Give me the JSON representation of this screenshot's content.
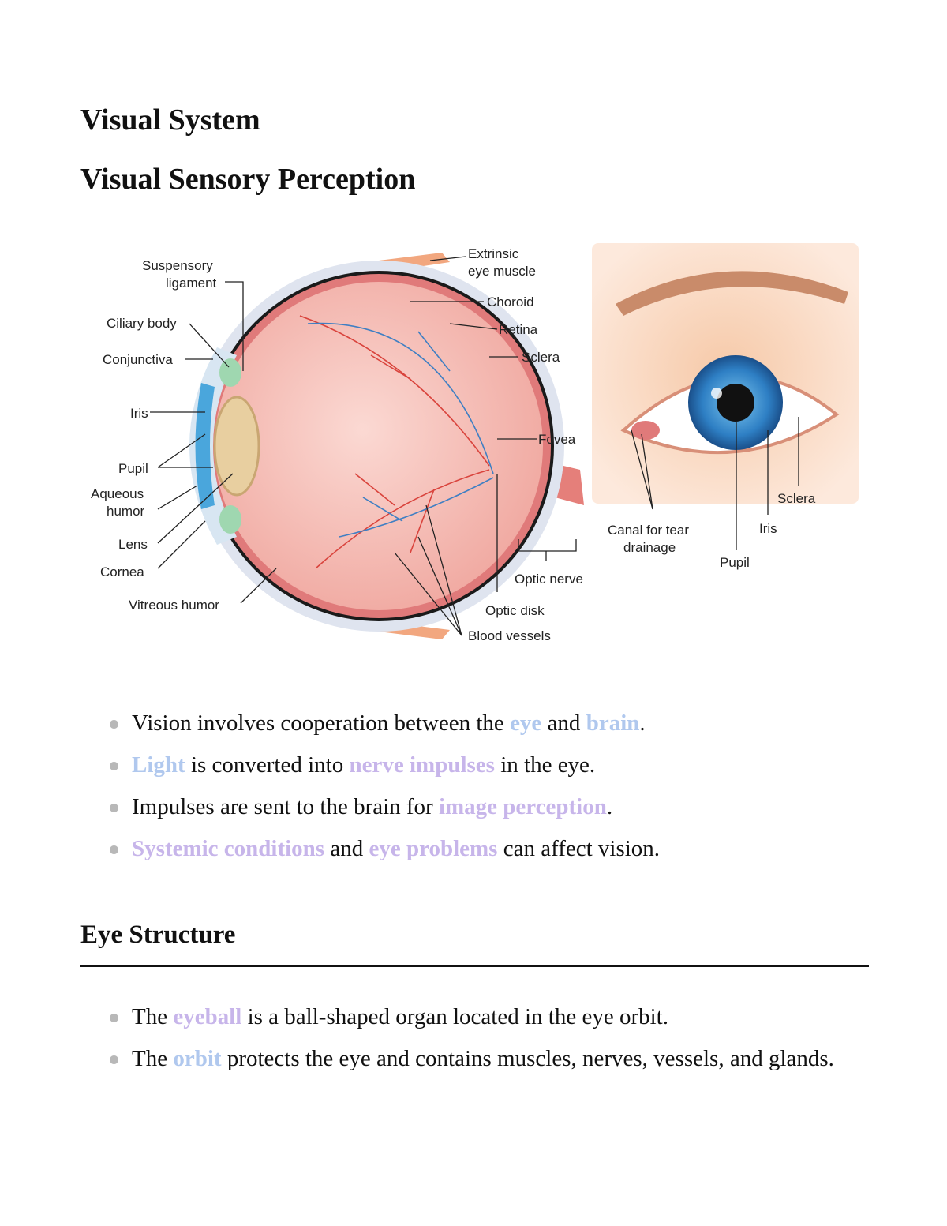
{
  "title": "Visual System",
  "subtitle": "Visual Sensory Perception",
  "figure": {
    "cross_section_labels": {
      "suspensory_ligament": [
        "Suspensory",
        "ligament"
      ],
      "ciliary_body": "Ciliary body",
      "conjunctiva": "Conjunctiva",
      "iris": "Iris",
      "pupil": "Pupil",
      "aqueous_humor": [
        "Aqueous",
        "humor"
      ],
      "lens": "Lens",
      "cornea": "Cornea",
      "vitreous_humor": "Vitreous humor",
      "extrinsic_eye_muscle": [
        "Extrinsic",
        "eye muscle"
      ],
      "choroid": "Choroid",
      "retina": "Retina",
      "sclera": "Sclera",
      "fovea": "Fovea",
      "optic_nerve": "Optic nerve",
      "optic_disk": "Optic disk",
      "blood_vessels": "Blood vessels"
    },
    "external_labels": {
      "canal_tear_drainage": [
        "Canal for tear",
        "drainage"
      ],
      "pupil": "Pupil",
      "iris": "Iris",
      "sclera": "Sclera"
    }
  },
  "list1": [
    [
      {
        "t": "Vision involves cooperation between the "
      },
      {
        "t": "eye",
        "h": 1
      },
      {
        "t": " and "
      },
      {
        "t": "brain",
        "h": 1
      },
      {
        "t": "."
      }
    ],
    [
      {
        "t": "Light",
        "h": 1
      },
      {
        "t": " is converted into "
      },
      {
        "t": "nerve impulses",
        "h": 2
      },
      {
        "t": " in the eye."
      }
    ],
    [
      {
        "t": "Impulses are sent to the brain for "
      },
      {
        "t": "image perception",
        "h": 2
      },
      {
        "t": "."
      }
    ],
    [
      {
        "t": "Systemic conditions",
        "h": 2
      },
      {
        "t": " and "
      },
      {
        "t": "eye problems",
        "h": 2
      },
      {
        "t": " can affect vision."
      }
    ]
  ],
  "section2_heading": "Eye Structure",
  "list2": [
    [
      {
        "t": "The "
      },
      {
        "t": "eyeball",
        "h": 2
      },
      {
        "t": " is a ball-shaped organ located in the eye orbit."
      }
    ],
    [
      {
        "t": "The "
      },
      {
        "t": "orbit",
        "h": 1
      },
      {
        "t": " protects the eye and contains muscles, nerves, vessels, and glands."
      }
    ]
  ],
  "colors": {
    "highlight_blue": "#b0c8ee",
    "highlight_purple": "#c7b5ea"
  }
}
